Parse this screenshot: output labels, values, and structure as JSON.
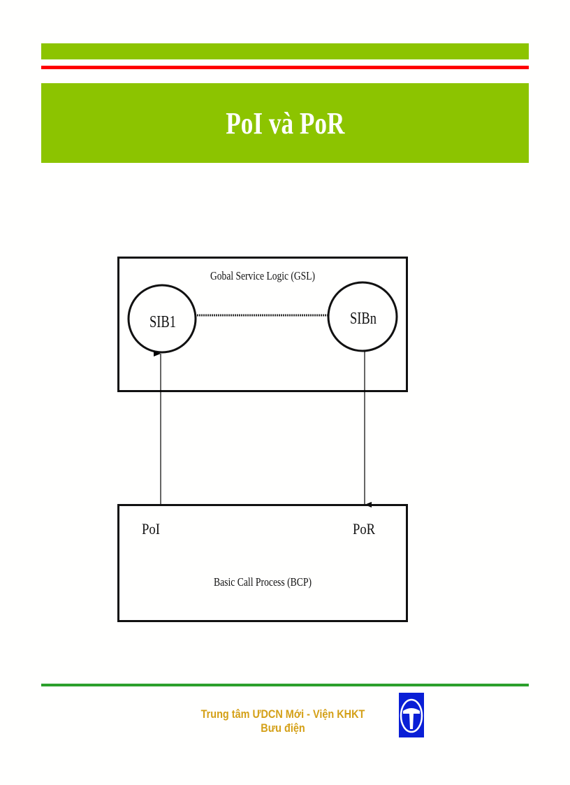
{
  "header": {
    "title": "PoI và PoR"
  },
  "diagram": {
    "gsl_label": "Gobal Service Logic (GSL)",
    "sib1_label": "SIB1",
    "sibn_label": "SIBn",
    "poi_label": "PoI",
    "por_label": "PoR",
    "bcp_label": "Basic Call Process (BCP)"
  },
  "footer": {
    "text": "Trung tâm ƯDCN Mới - Viện KHKT Bưu điện",
    "logo_color": "#0a1fd6"
  },
  "colors": {
    "band": "#8cc400",
    "red_line": "#ff0000",
    "footer_line": "#2ca02c",
    "footer_text": "#d4a017"
  }
}
